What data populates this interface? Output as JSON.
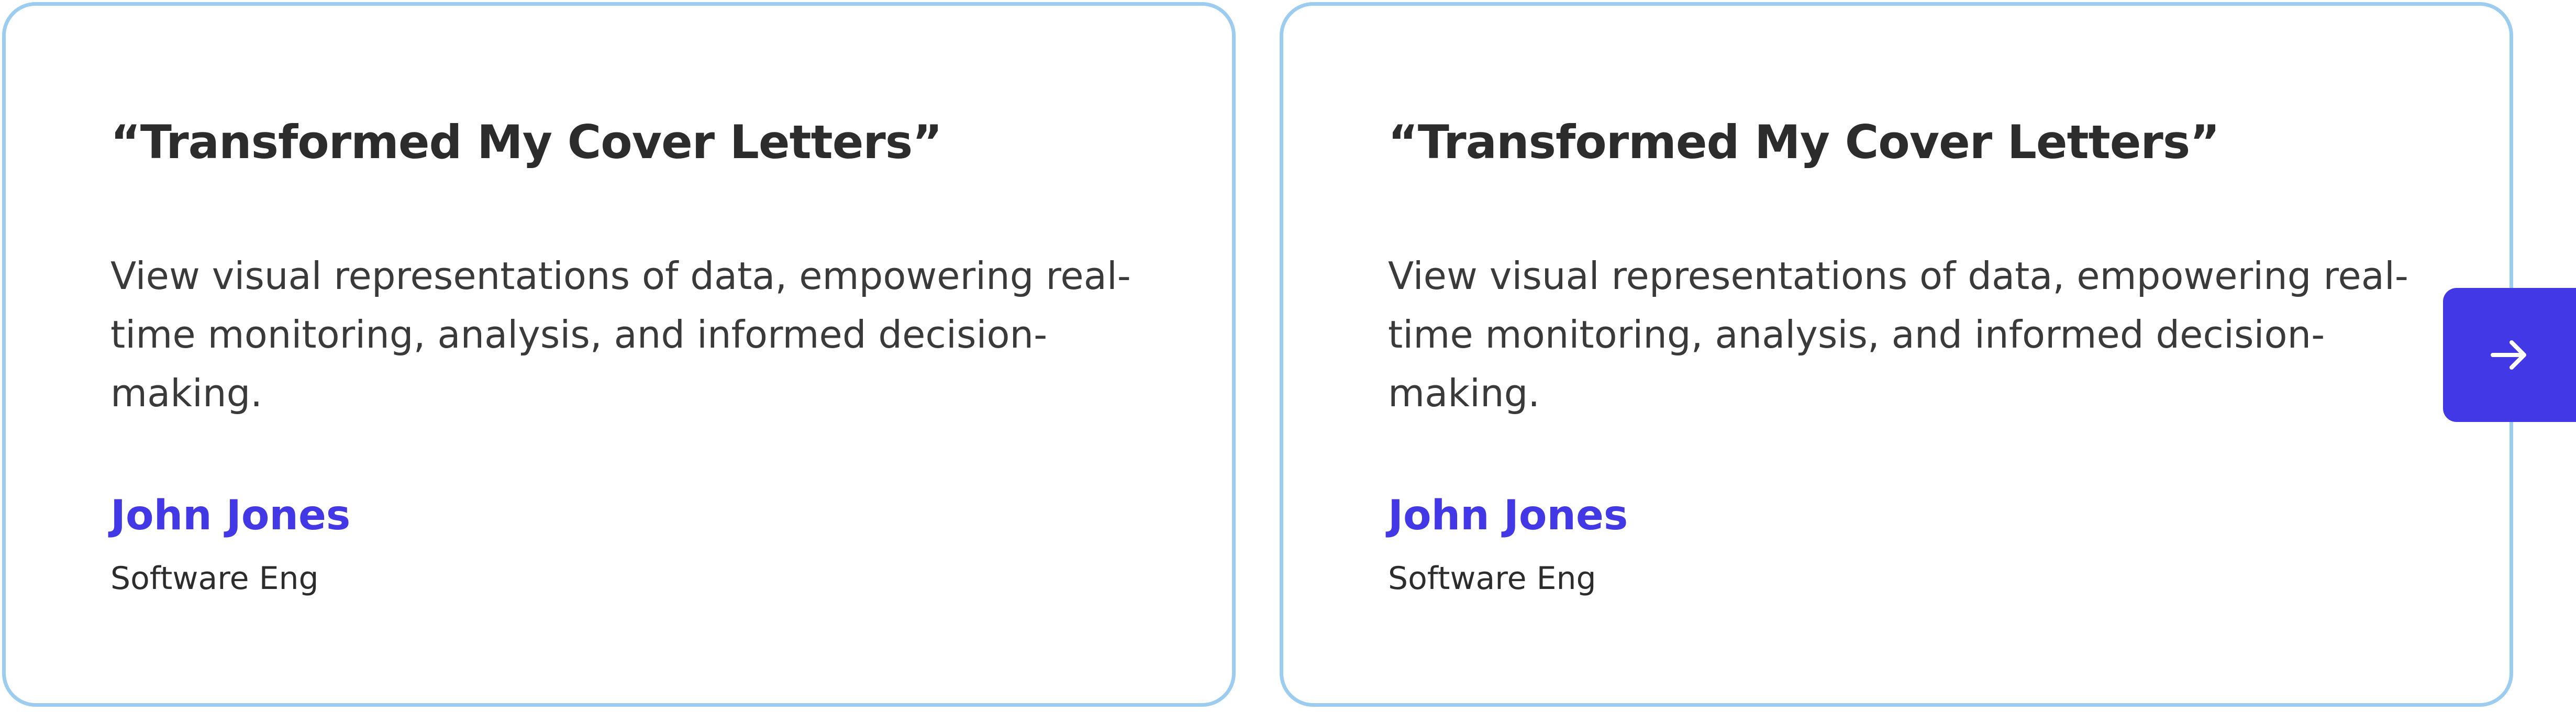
{
  "testimonials": [
    {
      "title": "“Transformed My Cover Letters”",
      "quote": "View visual representations of data, empowering real-time monitoring, analysis, and informed decision-making.",
      "author": "John Jones",
      "role": "Software Eng"
    },
    {
      "title": "“Transformed My Cover Letters”",
      "quote": "View visual representations of data, empowering real-time monitoring, analysis, and informed decision-making.",
      "author": "John Jones",
      "role": "Software Eng"
    }
  ],
  "controls": {
    "next_icon": "arrow-right-icon"
  },
  "colors": {
    "accent": "#4338e6",
    "card_border": "#9ccdf0",
    "heading_text": "#2c2c2c",
    "body_text": "#3a3a3a",
    "background": "#ffffff"
  }
}
